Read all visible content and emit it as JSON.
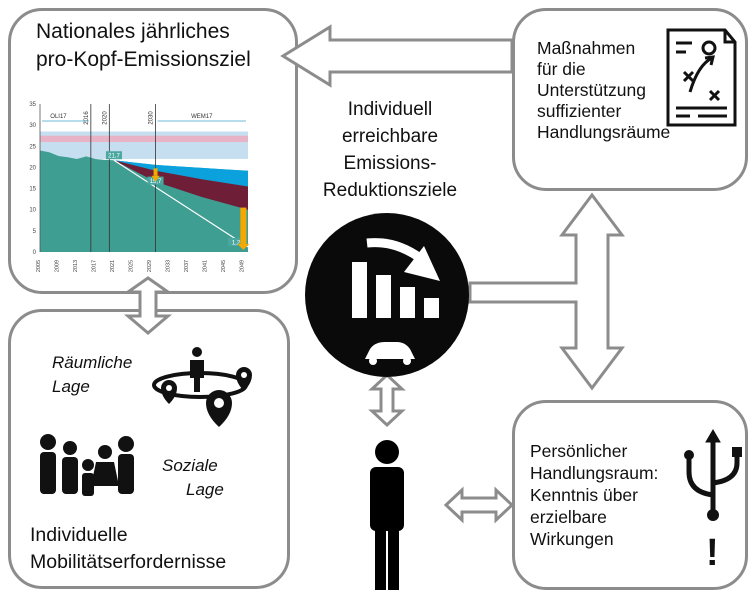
{
  "national_target": {
    "title_line1": "Nationales jährliches",
    "title_line2": "pro-Kopf-Emissionsziel"
  },
  "measures": {
    "lines": [
      "Maßnahmen",
      "für die",
      "Unterstützung",
      "suffizienter",
      "Handlungsräume"
    ]
  },
  "center": {
    "lines": [
      "Individuell",
      "erreichbare",
      "Emissions-",
      "Reduktionsziele"
    ]
  },
  "mobility": {
    "spatial_line1": "Räumliche",
    "spatial_line2": "Lage",
    "social_line1": "Soziale",
    "social_line2": "Lage",
    "title_line1": "Individuelle",
    "title_line2": "Mobilitätserfordernisse"
  },
  "personal": {
    "lines": [
      "Persönlicher",
      "Handlungsraum:",
      "Kenntnis über",
      "erzielbare",
      "Wirkungen"
    ],
    "exclamation": "!"
  },
  "chart_data": {
    "type": "area",
    "x_ticks": [
      "2005",
      "2009",
      "2013",
      "2017",
      "2021",
      "2025",
      "2029",
      "2033",
      "2037",
      "2041",
      "2045",
      "2049"
    ],
    "y_ticks": [
      "0",
      "5",
      "10",
      "15",
      "20",
      "25",
      "30",
      "35"
    ],
    "ylim": [
      0,
      35
    ],
    "xlim": [
      2005,
      2050
    ],
    "period_labels": [
      "OLI17",
      "2016",
      "2020",
      "2030",
      "WEM17"
    ],
    "annotations": [
      "21,7",
      "15,7",
      "1,2"
    ],
    "series": [
      {
        "x": [
          2005,
          2007,
          2009,
          2011,
          2013,
          2015,
          2017,
          2019,
          2021,
          2025,
          2030,
          2035,
          2040,
          2045,
          2050
        ],
        "values": [
          24,
          23.6,
          22.7,
          22.4,
          22.0,
          22.6,
          22.0,
          21.8,
          21.7,
          21.2,
          20.6,
          20.2,
          19.9,
          19.5,
          19.2
        ]
      },
      {
        "x": [
          2021,
          2030,
          2040,
          2050
        ],
        "values": [
          21.7,
          15.7,
          8.5,
          1.2
        ]
      }
    ],
    "colors": {
      "base": "#3f9e92",
      "dark": "#6e1e36",
      "blue": "#0aa1dd",
      "light": "#c6dff0",
      "pink": "#e9b3c7",
      "arrow": "#f5a800"
    }
  }
}
